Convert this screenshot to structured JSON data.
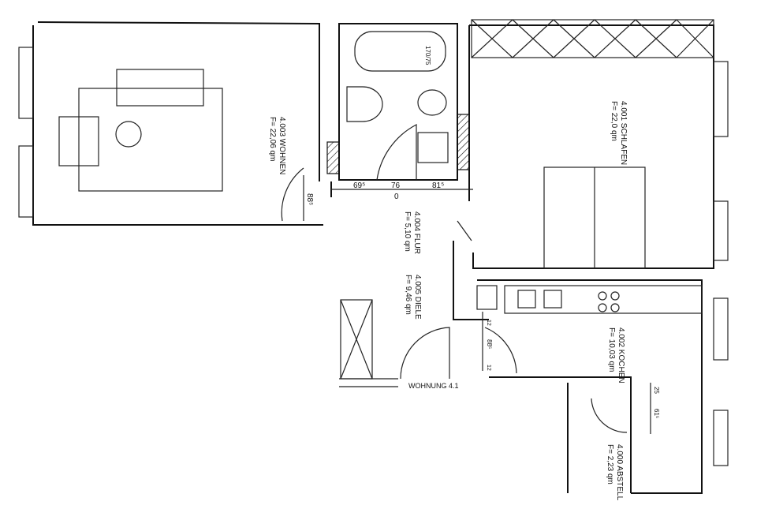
{
  "rooms": [
    {
      "id": "wohnen",
      "name": "4.003 WOHNEN",
      "area": "F= 22,06 qm"
    },
    {
      "id": "schlafen",
      "name": "4.001 SCHLAFEN",
      "area": "F= 22,0 qm"
    },
    {
      "id": "flur",
      "name": "4.004 FLUR",
      "area": "F= 5,10 qm"
    },
    {
      "id": "diele",
      "name": "4.005 DIELE",
      "area": "F= 9,46 qm"
    },
    {
      "id": "kochen",
      "name": "4.002 KOCHEN",
      "area": "F= 10,03 qm"
    },
    {
      "id": "abstell",
      "name": "4.000 ABSTELL",
      "area": "F= 2,23 qm"
    }
  ],
  "entrance_label": "WOHNUNG 4.1",
  "dimensions": {
    "bath_left": "69⁵",
    "bath_door": "76",
    "bath_right": "81⁵",
    "bath_zero": "0",
    "wohnen_door": "88⁵",
    "tub": "170/75",
    "kitchen_door": "88⁵",
    "kitchen_top": "12",
    "kitchen_bottom": "12",
    "abstell_top": "25",
    "abstell_door": "61⁵"
  }
}
